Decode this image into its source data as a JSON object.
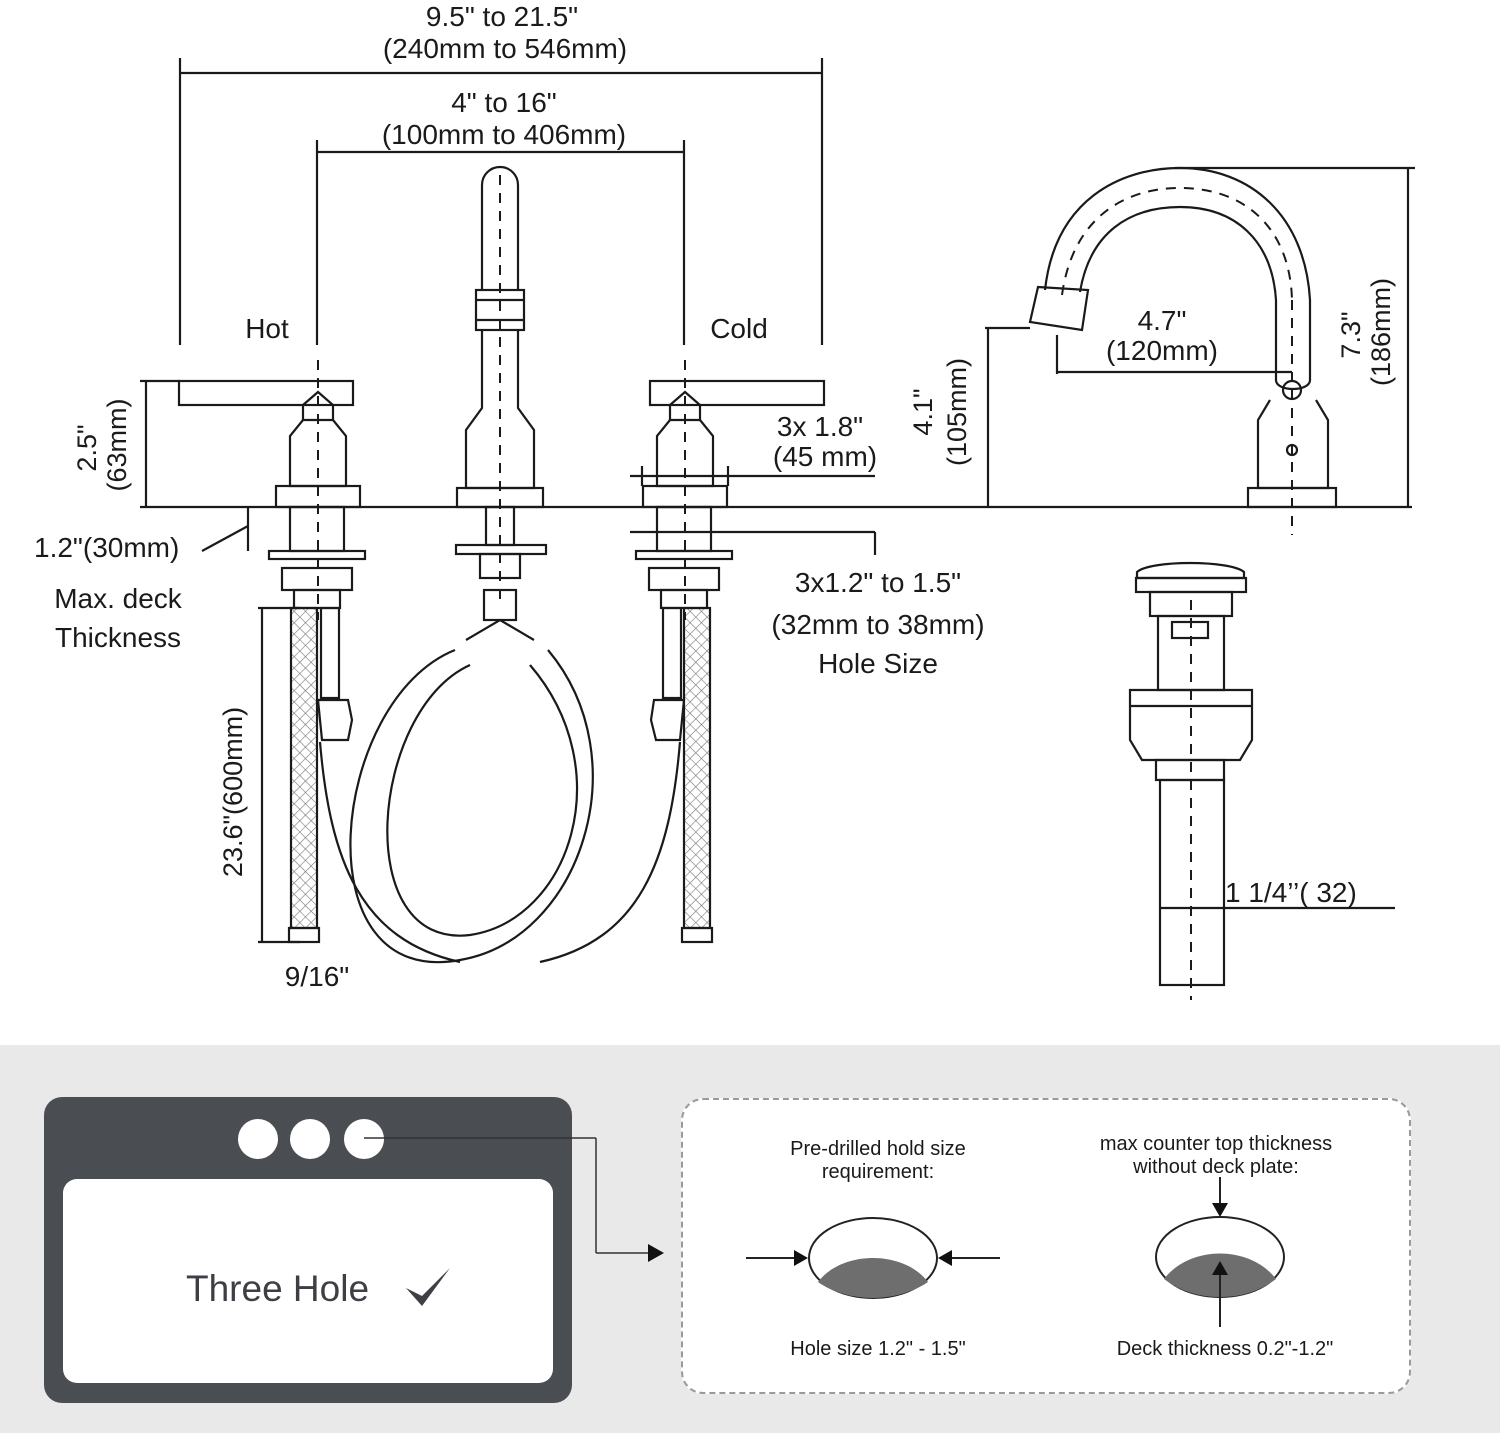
{
  "dimensions": {
    "overall_spread": "9.5\" to 21.5\"",
    "overall_spread_mm": "(240mm to 546mm)",
    "handle_spread": "4\" to 16\"",
    "handle_spread_mm": "(100mm to 406mm)",
    "hot_label": "Hot",
    "cold_label": "Cold",
    "handle_height": "2.5\"",
    "handle_height_mm": "(63mm)",
    "base_diameter": "3x 1.8\"",
    "base_diameter_mm": "(45 mm)",
    "deck_thickness": "1.2\"(30mm)",
    "deck_thickness_label_line1": "Max. deck",
    "deck_thickness_label_line2": "Thickness",
    "hole_size": "3x1.2\" to 1.5\"",
    "hole_size_mm": "(32mm to 38mm)",
    "hole_size_label": "Hole Size",
    "hose_length": "23.6\"(600mm)",
    "connector_size": "9/16\"",
    "spout_reach": "4.7\"",
    "spout_reach_mm": "(120mm)",
    "spout_clearance": "4.1\"",
    "spout_clearance_mm": "(105mm)",
    "spout_height": "7.3\"",
    "spout_height_mm": "(186mm)",
    "drain_diameter": "1 1/4’’( 32)"
  },
  "sink_panel": {
    "label": "Three Hole",
    "check_icon": "checkmark-icon",
    "hole_count": 3
  },
  "requirements": {
    "predrilled_title_line1": "Pre-drilled hold size",
    "predrilled_title_line2": "requirement:",
    "predrilled_caption": "Hole size 1.2\" - 1.5\"",
    "counter_title_line1": "max counter top thickness",
    "counter_title_line2": "without deck plate:",
    "counter_caption": "Deck thickness 0.2\"-1.2\""
  }
}
